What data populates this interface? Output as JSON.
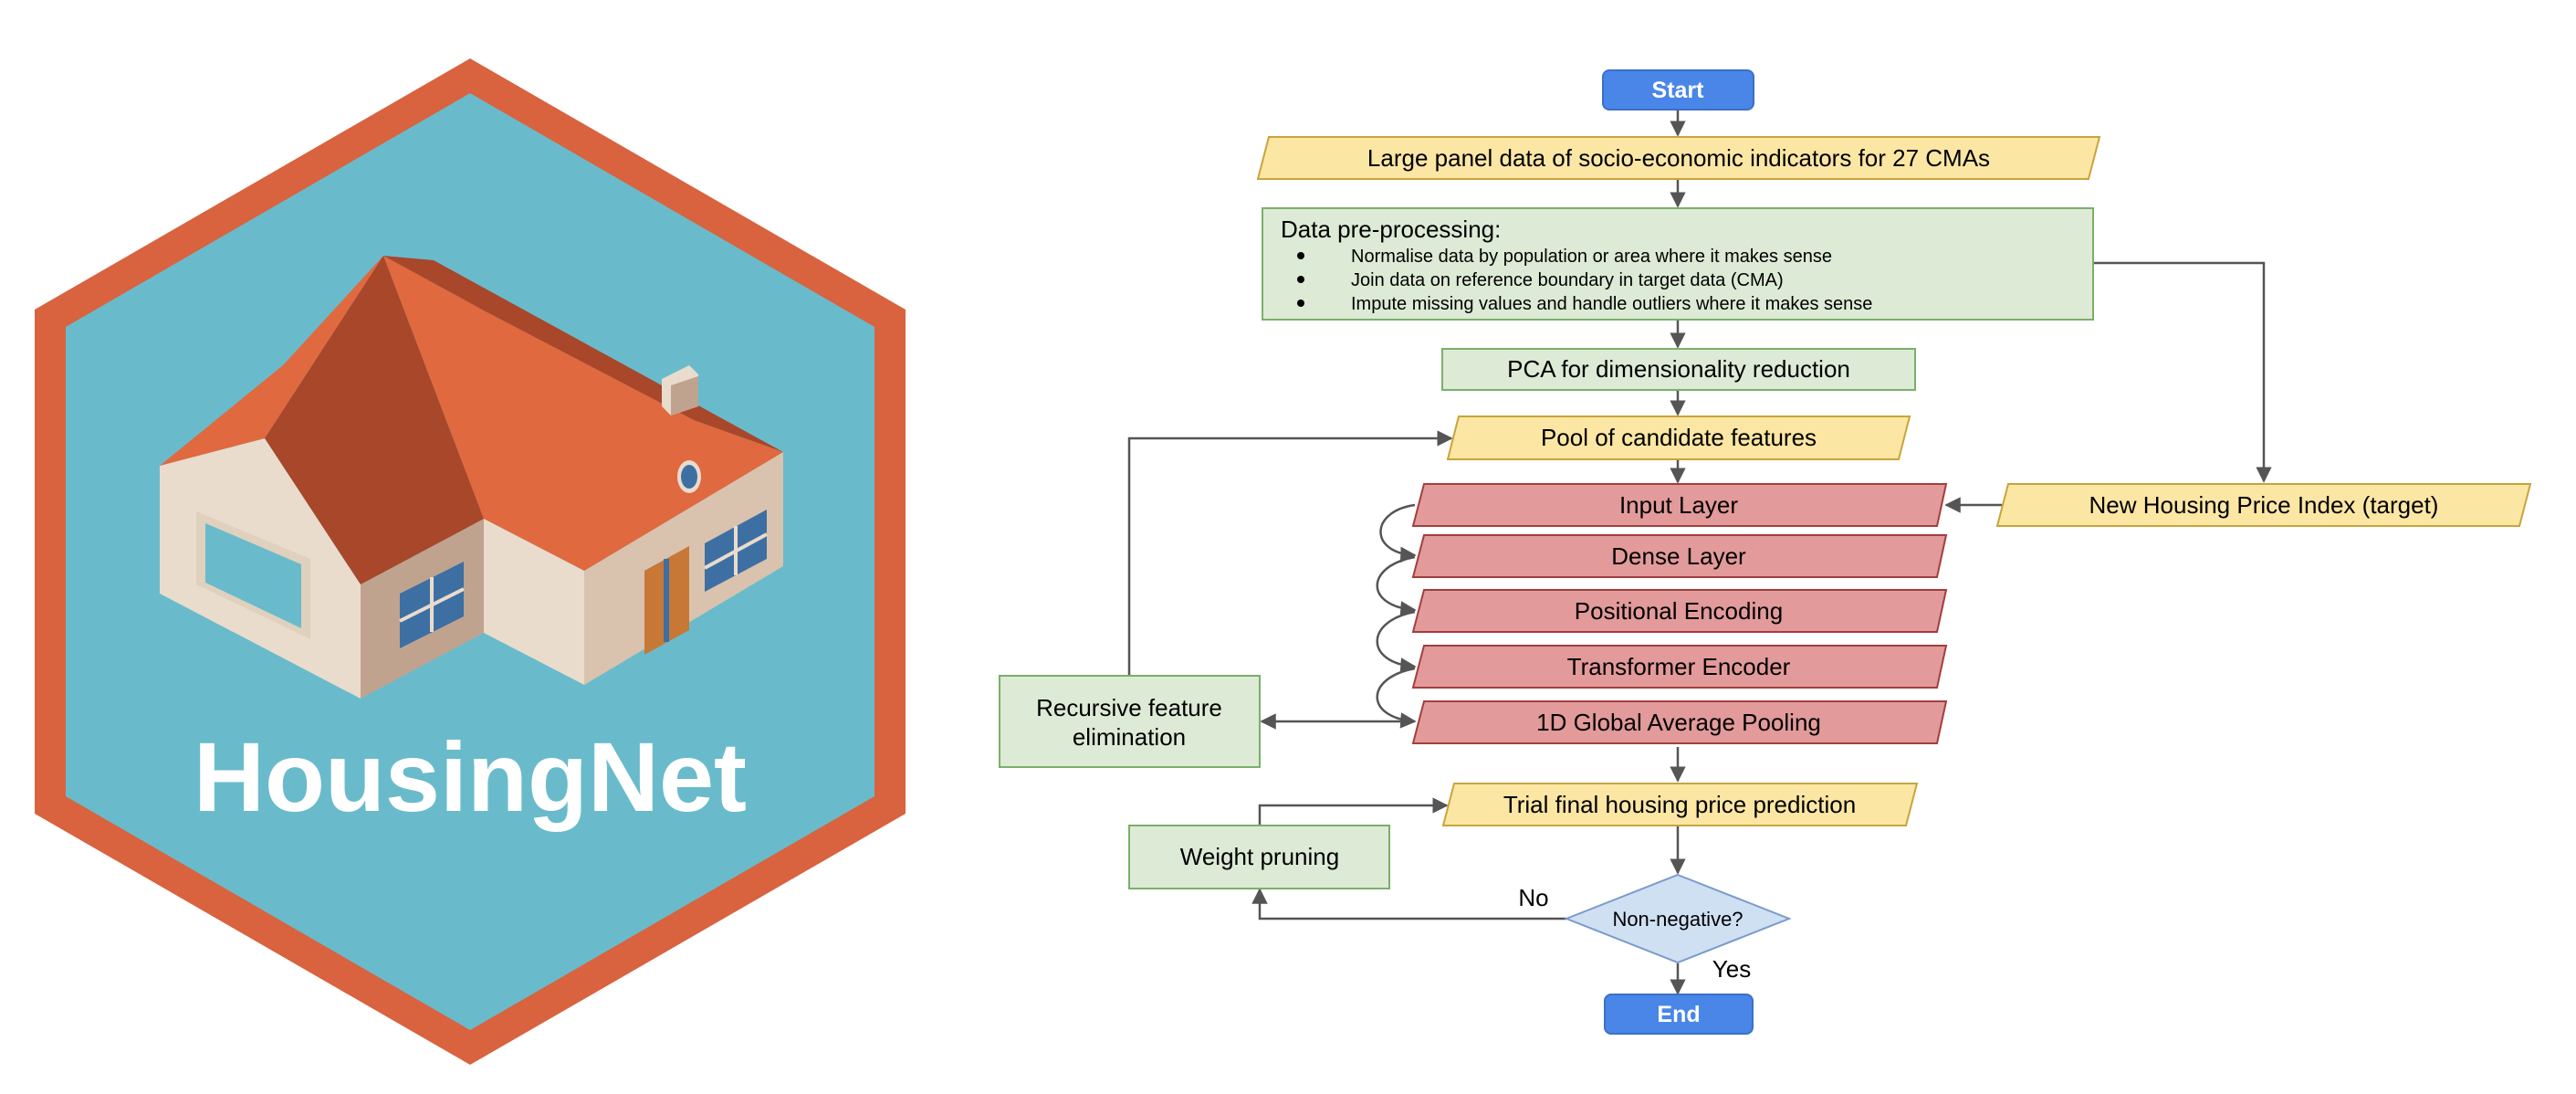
{
  "logo": {
    "wordmark": "HousingNet",
    "colors": {
      "hex_border": "#D9623F",
      "hex_fill": "#69BBCB",
      "roof_light": "#E0693F",
      "roof_dark": "#A8472A",
      "wall_light": "#E9DCCD",
      "wall_mid": "#D9C3AE",
      "wall_dark": "#BFA38F",
      "window": "#3E6FA3",
      "door": "#C77836",
      "text": "#FFFFFF"
    }
  },
  "flowchart": {
    "start": "Start",
    "end": "End",
    "panel_data": "Large panel data of socio-economic indicators for 27 CMAs",
    "preprocessing": {
      "title": "Data pre-processing:",
      "bullets": [
        "Normalise data by population or area where it makes sense",
        "Join data on reference boundary in target data (CMA)",
        "Impute missing values and handle outliers where it makes sense"
      ]
    },
    "pca": "PCA for dimensionality reduction",
    "pool": "Pool of candidate features",
    "layers": [
      "Input Layer",
      "Dense Layer",
      "Positional Encoding",
      "Transformer Encoder",
      "1D Global Average Pooling"
    ],
    "target": "New Housing Price Index (target)",
    "rfe": [
      "Recursive feature",
      "elimination"
    ],
    "trial": "Trial final housing price prediction",
    "pruning": "Weight pruning",
    "decision": "Non-negative?",
    "no_label": "No",
    "yes_label": "Yes",
    "colors": {
      "terminal": "#4A86E8",
      "terminal_border": "#3C6FC7",
      "io_fill": "#FCE6A4",
      "io_border": "#C9A43B",
      "process_fill": "#DDEAD6",
      "process_border": "#7BAF6A",
      "layer_fill": "#E39A9A",
      "layer_border": "#A33E3E",
      "decision_fill": "#CFE0F3",
      "decision_border": "#7A9CC9",
      "arrow": "#555555"
    }
  }
}
